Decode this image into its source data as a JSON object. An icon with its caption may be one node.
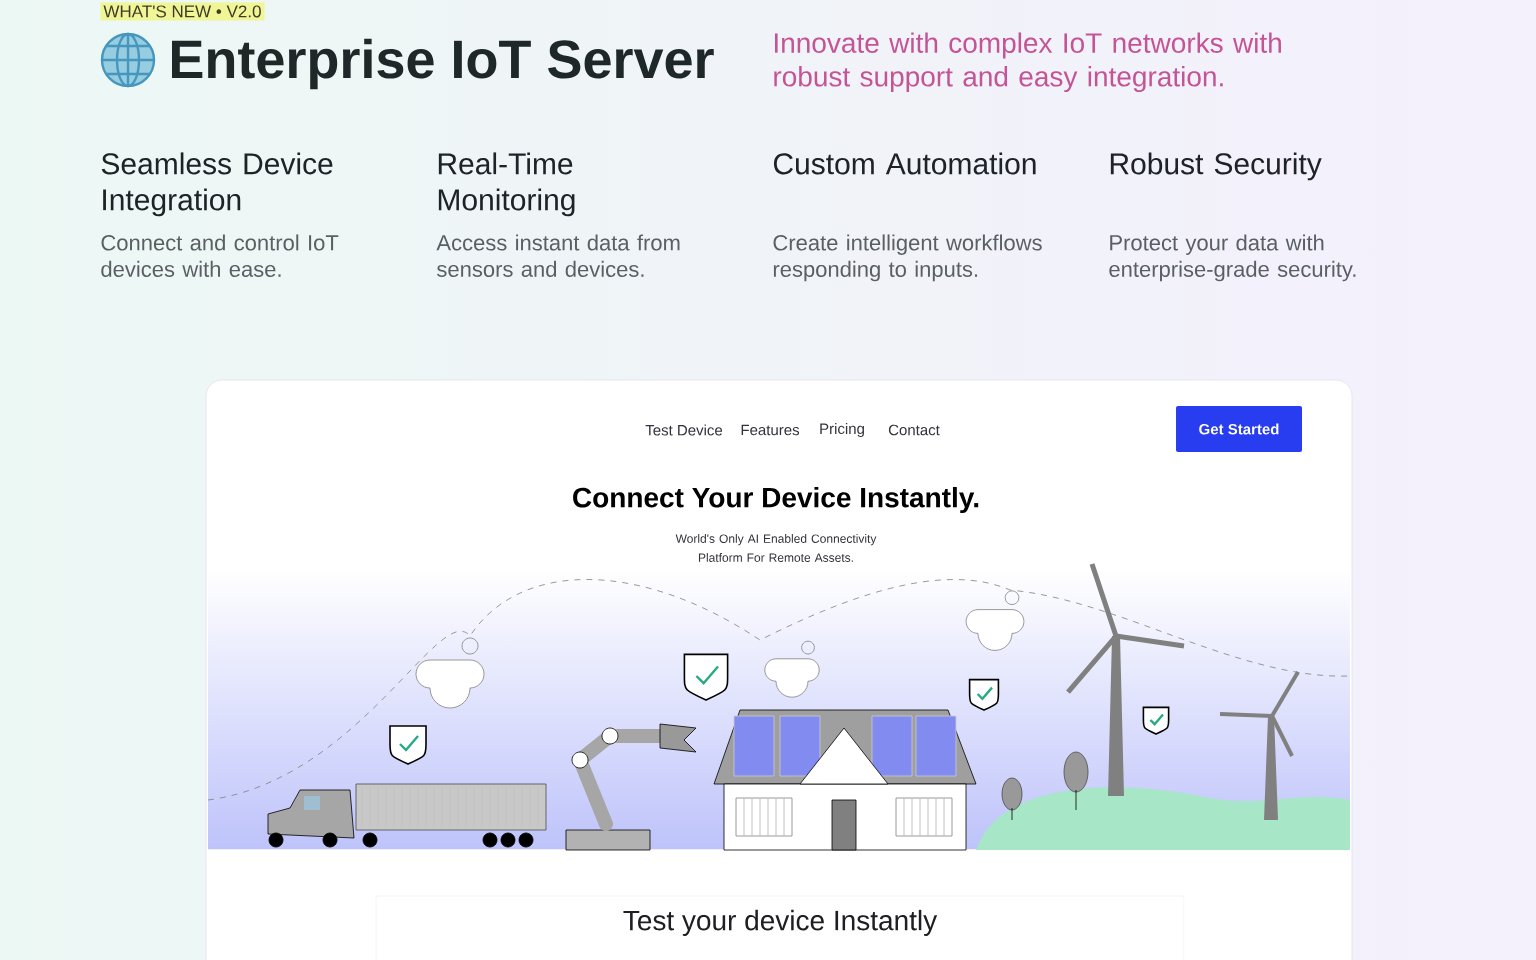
{
  "diagram": {
    "title": "Enterprise IoT Server",
    "nodes": [
      {
        "text": [
          "Get Started"
        ]
      },
      {
        "text": [
          "Test your device Instantly"
        ]
      }
    ],
    "labels": [
      "WHAT'S NEW • V2.0",
      "Innovate with complex IoT networks with robust support and easy integration.",
      "Seamless Device Integration",
      "Connect and control IoT devices with ease.",
      "Real-Time Monitoring",
      "Access instant data from sensors and devices.",
      "Custom Automation",
      "Create intelligent workflows responding to inputs.",
      "Robust Security",
      "Protect your data with enterprise-grade security.",
      "Test Device",
      "Features",
      "Pricing",
      "Contact",
      "Connect Your Device Instantly.",
      "World's Only AI Enabled Connectivity Platform For Remote Assets."
    ]
  }
}
